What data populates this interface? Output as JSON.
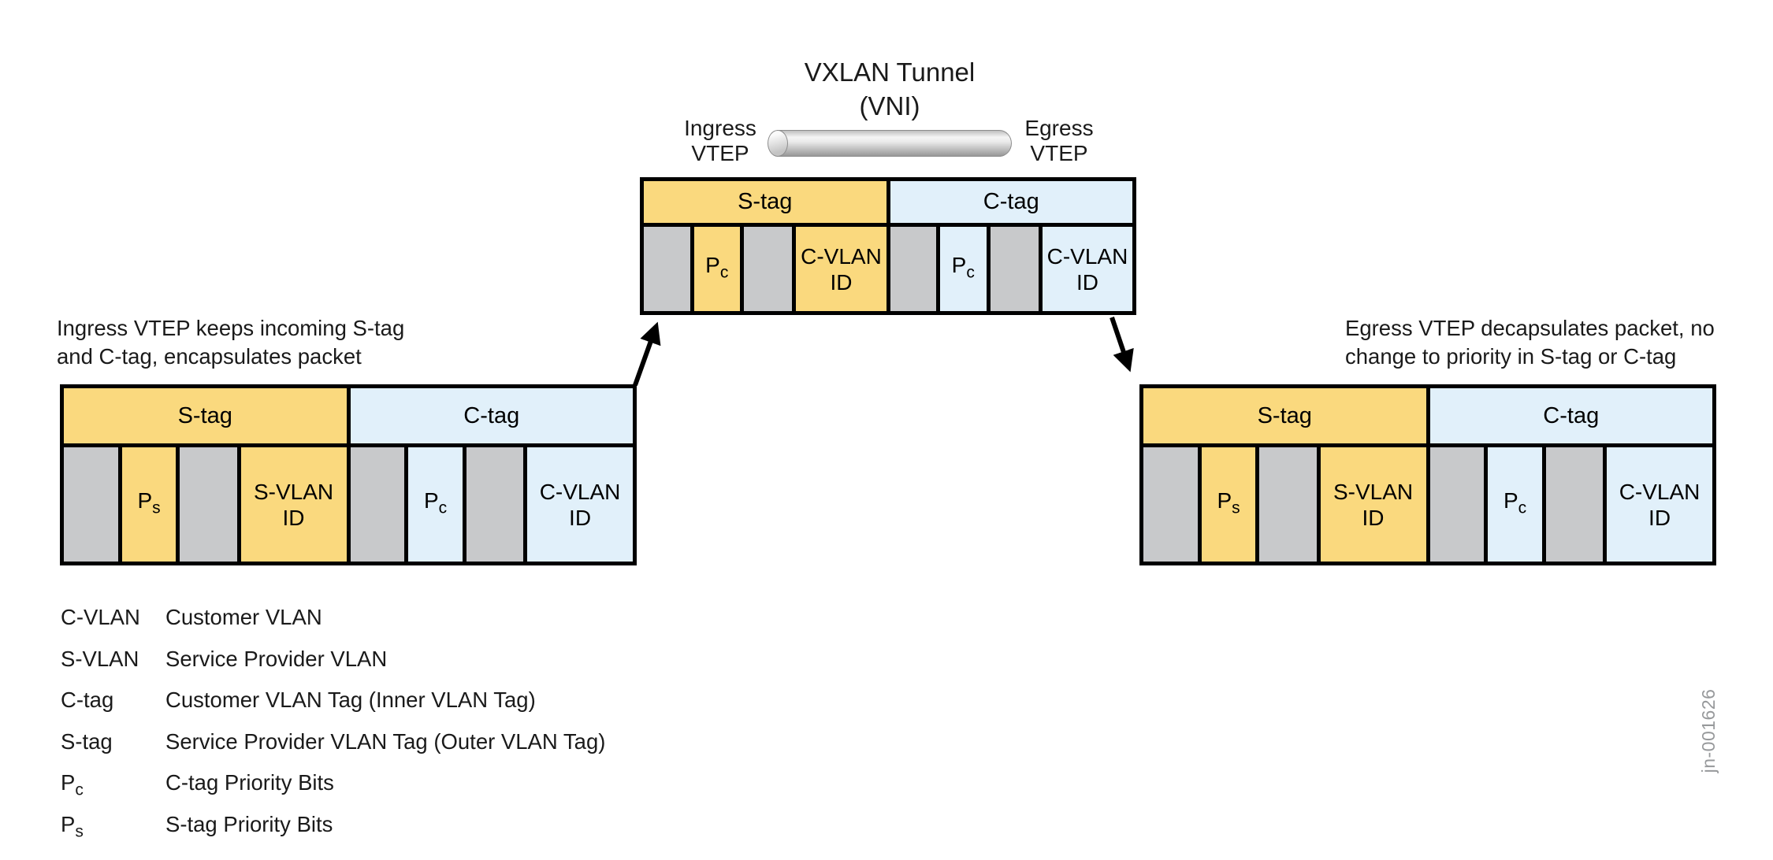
{
  "colors": {
    "s_tag_yellow": "#FAD97E",
    "c_tag_blue": "#E1F0FA",
    "blank_gray": "#C8C9CB",
    "border_black": "#000000",
    "watermark_gray": "#97999B"
  },
  "tunnel": {
    "title_line1": "VXLAN Tunnel",
    "title_line2": "(VNI)",
    "ingress_line1": "Ingress",
    "ingress_line2": "VTEP",
    "egress_line1": "Egress",
    "egress_line2": "VTEP"
  },
  "packet_center": {
    "s_tag_header": "S-tag",
    "c_tag_header": "C-tag",
    "s_half": {
      "priority_base": "P",
      "priority_sub": "c",
      "vlan_id": "C-VLAN ID"
    },
    "c_half": {
      "priority_base": "P",
      "priority_sub": "c",
      "vlan_id": "C-VLAN ID"
    }
  },
  "packet_left": {
    "caption_line1": "Ingress VTEP keeps incoming S-tag",
    "caption_line2": "and C-tag, encapsulates packet",
    "s_tag_header": "S-tag",
    "c_tag_header": "C-tag",
    "s_half": {
      "priority_base": "P",
      "priority_sub": "s",
      "vlan_id": "S-VLAN ID"
    },
    "c_half": {
      "priority_base": "P",
      "priority_sub": "c",
      "vlan_id": "C-VLAN ID"
    }
  },
  "packet_right": {
    "caption_line1": "Egress VTEP decapsulates packet, no",
    "caption_line2": "change to priority in S-tag or C-tag",
    "s_tag_header": "S-tag",
    "c_tag_header": "C-tag",
    "s_half": {
      "priority_base": "P",
      "priority_sub": "s",
      "vlan_id": "S-VLAN ID"
    },
    "c_half": {
      "priority_base": "P",
      "priority_sub": "c",
      "vlan_id": "C-VLAN ID"
    }
  },
  "legend": {
    "rows": [
      {
        "term": "C-VLAN",
        "term_sub": "",
        "definition": "Customer VLAN"
      },
      {
        "term": "S-VLAN",
        "term_sub": "",
        "definition": "Service Provider VLAN"
      },
      {
        "term": "C-tag",
        "term_sub": "",
        "definition": "Customer VLAN Tag (Inner VLAN Tag)"
      },
      {
        "term": "S-tag",
        "term_sub": "",
        "definition": "Service Provider VLAN Tag (Outer VLAN Tag)"
      },
      {
        "term": "P",
        "term_sub": "c",
        "definition": "C-tag Priority Bits"
      },
      {
        "term": "P",
        "term_sub": "s",
        "definition": "S-tag Priority Bits"
      }
    ]
  },
  "watermark": "jn-001626"
}
